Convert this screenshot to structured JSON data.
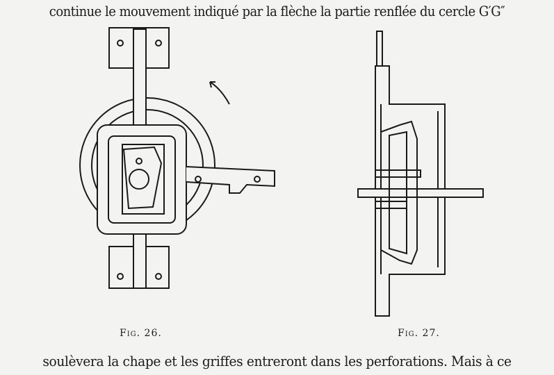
{
  "text": {
    "top_line": "continue le mouvement indiqué par la flèche la partie renflée du cercle G′G″",
    "bottom_line": "soulèvera la chape et les griffes entreront dans les perforations. Mais à ce"
  },
  "figures": [
    {
      "caption": "Fig. 26."
    },
    {
      "caption": "Fig. 27."
    }
  ]
}
